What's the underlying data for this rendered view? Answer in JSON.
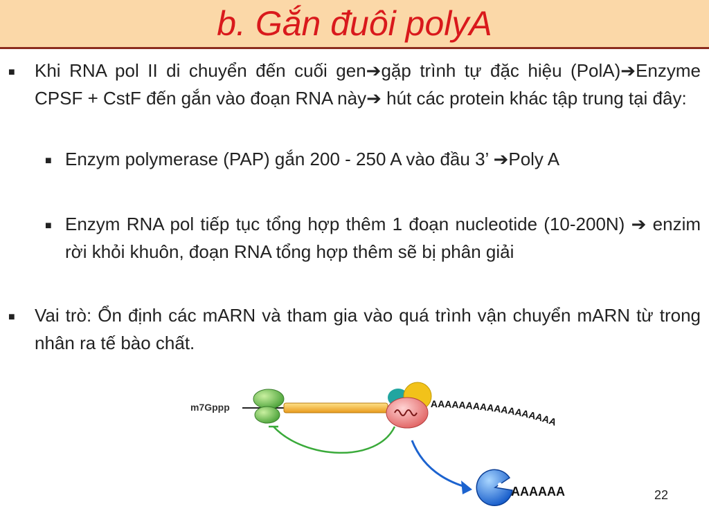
{
  "slide": {
    "title": "b. Gắn đuôi polyA",
    "bullets": [
      {
        "text": "Khi RNA pol II di chuyển đến cuối gen➔gặp trình tự đặc hiệu (PolA)➔Enzyme CPSF + CstF đến gắn vào đoạn RNA này➔ hút các protein khác tập trung tại đây:"
      },
      {
        "text": "Enzym polymerase (PAP) gắn 200 - 250 A  vào đầu 3’ ➔Poly A"
      },
      {
        "text": "Enzym RNA pol tiếp tục tổng hợp thêm 1 đoạn nucleotide (10-200N) ➔  enzim rời khỏi khuôn, đoạn RNA tổng hợp thêm sẽ bị phân giải"
      },
      {
        "text": "Vai trò: Ổn định các mARN và tham gia vào quá trình vận chuyển mARN từ trong nhân ra tế bào chất."
      }
    ],
    "page_number": "22"
  },
  "figure": {
    "cap_label": "m7Gppp",
    "polya_tail": "AAAAAAAAAAAAAAAAAA",
    "fragment_label": "AAAAAA"
  }
}
